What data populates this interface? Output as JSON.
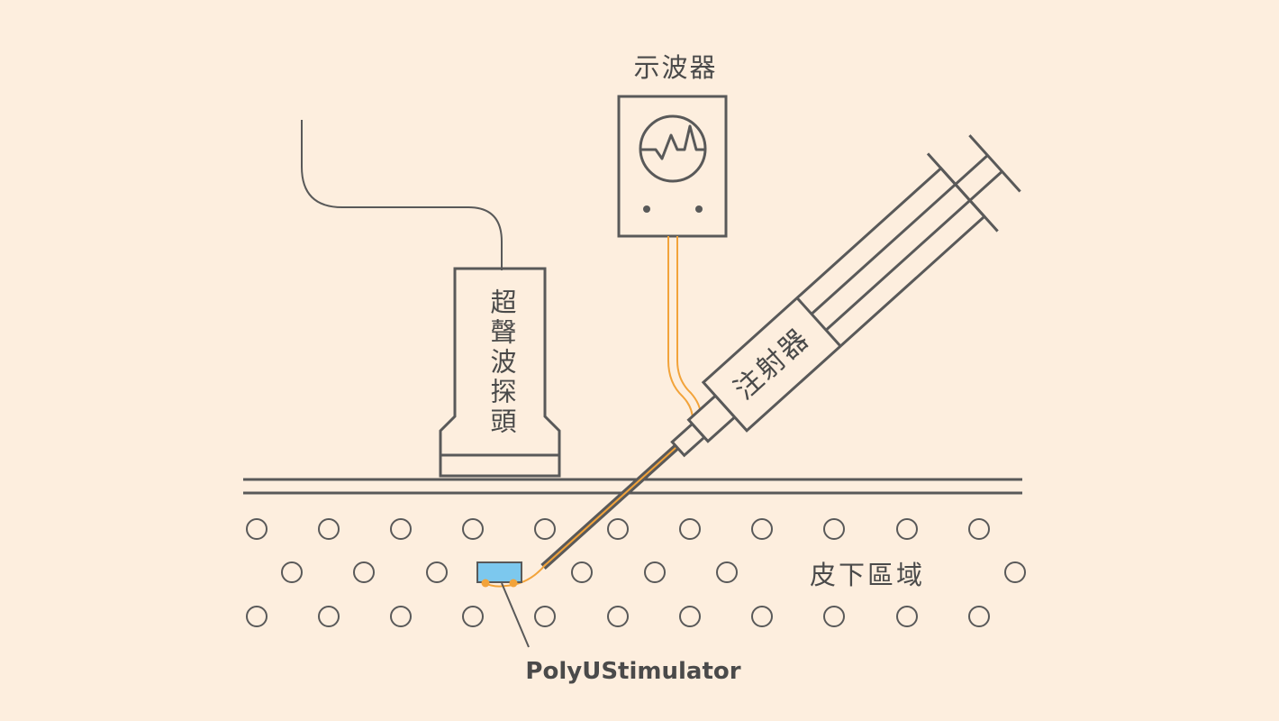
{
  "labels": {
    "oscilloscope": "示波器",
    "probe": "超聲波探頭",
    "syringe": "注射器",
    "subcutaneous": "皮下區域",
    "stimulator": "PolyUStimulator"
  },
  "colors": {
    "background": "#FDEEDE",
    "stroke": "#595959",
    "wire": "#F2A33A",
    "device": "#7CC8EE"
  },
  "icons": {
    "oscilloscope_screen": "waveform-icon"
  }
}
